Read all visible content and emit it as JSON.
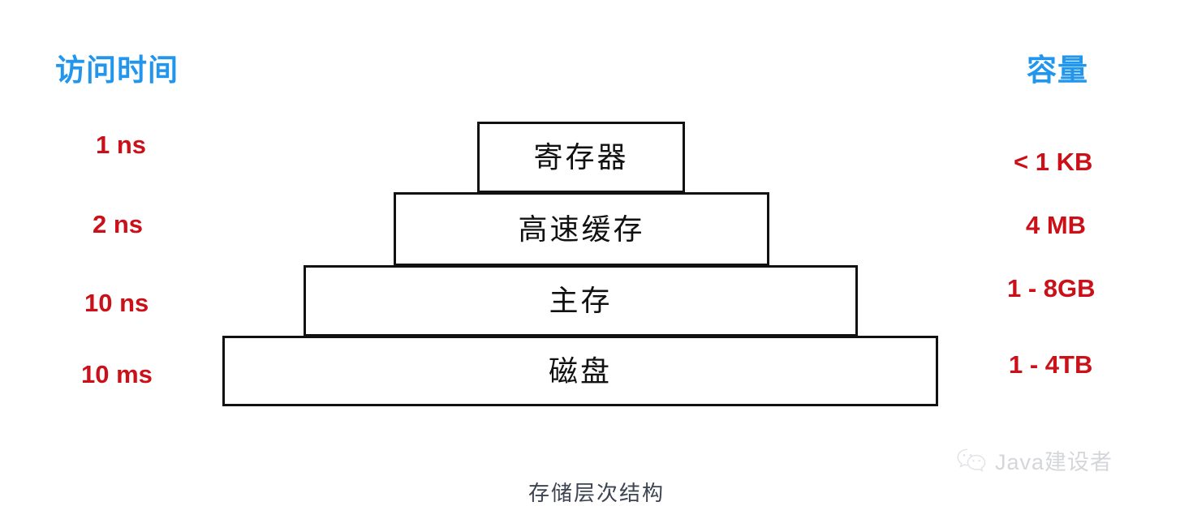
{
  "headings": {
    "left": "访问时间",
    "right": "容量",
    "color": "#2196ec"
  },
  "caption": "存储层次结构",
  "colors": {
    "heading_blue": "#2196ec",
    "label_red": "#cc1019",
    "tier_border": "#111111",
    "tier_fill": "#ffffff",
    "caption_gray": "#3c4452",
    "watermark_gray": "#9aa0a8"
  },
  "watermark": {
    "icon": "wechat-icon",
    "text": "Java建设者"
  },
  "chart_data": {
    "type": "pyramid",
    "title": "存储层次结构",
    "left_axis_label": "访问时间",
    "right_axis_label": "容量",
    "levels": [
      {
        "name": "寄存器",
        "access_time": "1 ns",
        "capacity": "< 1 KB"
      },
      {
        "name": "高速缓存",
        "access_time": "2 ns",
        "capacity": "4 MB"
      },
      {
        "name": "主存",
        "access_time": "10 ns",
        "capacity": "1 - 8GB"
      },
      {
        "name": "磁盘",
        "access_time": "10 ms",
        "capacity": "1 - 4TB"
      }
    ]
  }
}
